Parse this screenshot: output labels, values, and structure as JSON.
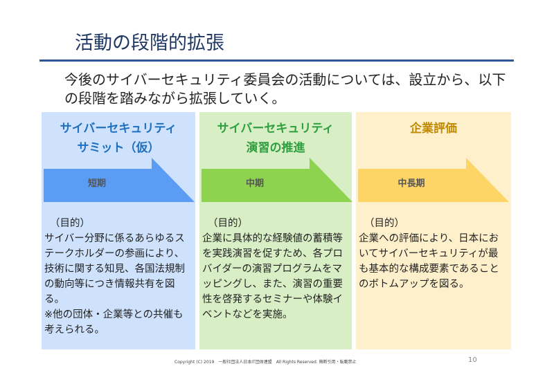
{
  "title": "活動の段階的拡張",
  "intro": "今後のサイバーセキュリティ委員会の活動については、設立から、以下の段階を踏みながら拡張していく。",
  "panels": [
    {
      "heading": "サイバーセキュリティ\nサミット（仮）",
      "term": "短期",
      "purpose_label": "（目的）",
      "text": "サイバー分野に係るあらゆるステークホルダーの参画により、技術に関する知見、各国法規制の動向等につき情報共有を図る。\n※他の団体・企業等との共催も考えられる。",
      "bg": "#cfe2fd",
      "arrow": "#5b9cf5",
      "heading_color": "#1f6fbf"
    },
    {
      "heading": "サイバーセキュリティ\n演習の推進",
      "term": "中期",
      "purpose_label": "（目的）",
      "text": "企業に具体的な経験値の蓄積等を実践演習を促すため、各プロバイダーの演習プログラムをマッピングし、また、演習の重要性を啓発するセミナーや体験イベントなどを実施。",
      "bg": "#d8efc6",
      "arrow": "#8ed34f",
      "heading_color": "#2e9e3e"
    },
    {
      "heading": "企業評価",
      "term": "中長期",
      "purpose_label": "（目的）",
      "text": "企業への評価により、日本においてサイバーセキュリティが最も基本的な構成要素であることのボトムアップを図る。",
      "bg": "#fff0cc",
      "arrow": "#fdd466",
      "heading_color": "#c08a00"
    }
  ],
  "footer": "Copyright (C) 2019　一般社団法人日本IT団体連盟　All Rights Reserved. 無断引用・転載禁止",
  "page_number": "10"
}
